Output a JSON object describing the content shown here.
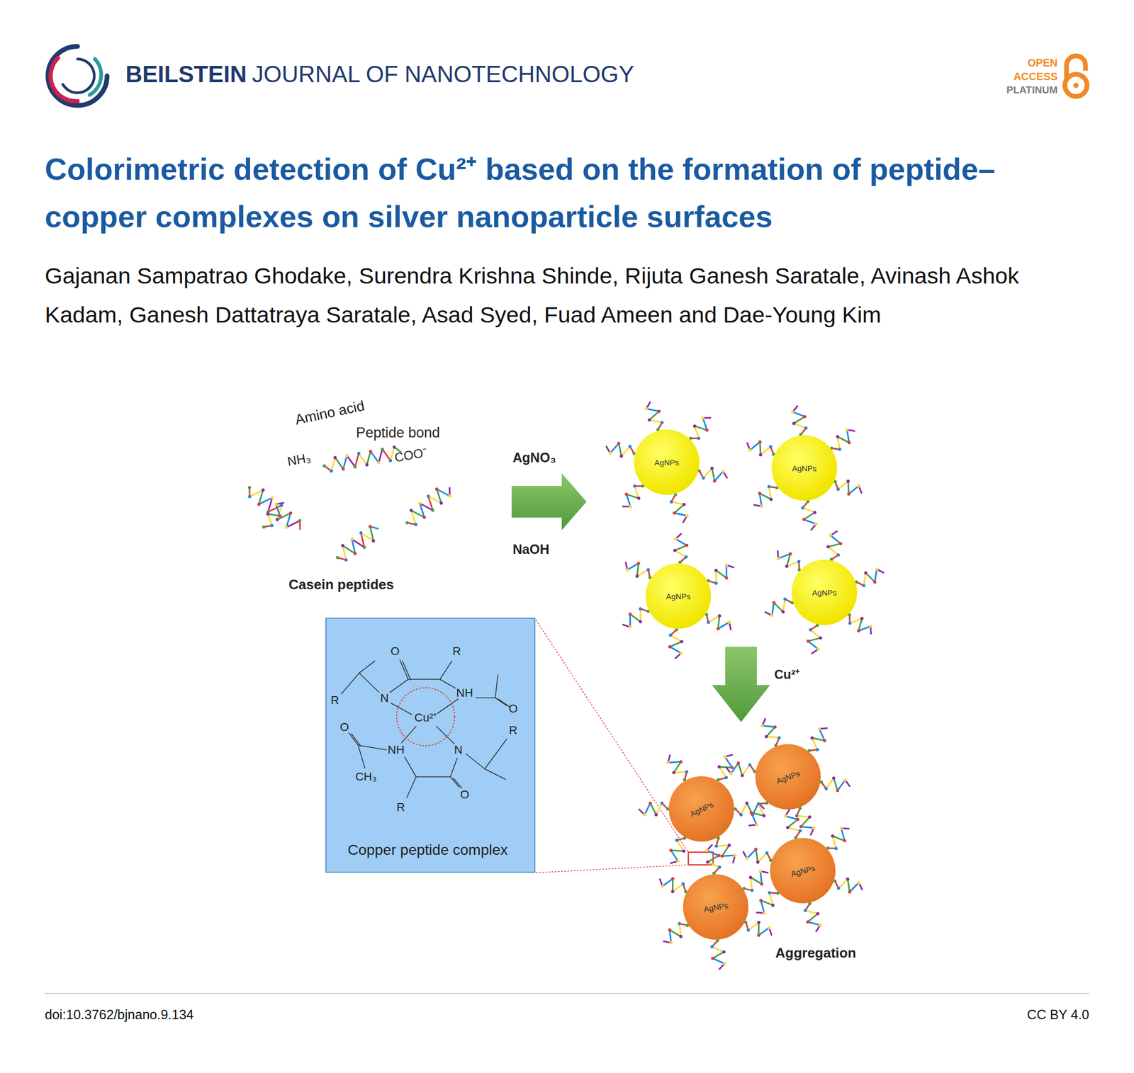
{
  "diagram": {
    "title": "Colorimetric detection of Cu²⁺ based on the formation of peptide–copper complexes on silver nanoparticle surfaces",
    "nodes": [
      {
        "text": [
          "AgNPs"
        ]
      },
      {
        "text": [
          "AgNPs"
        ]
      },
      {
        "text": [
          "AgNPs"
        ]
      },
      {
        "text": [
          "AgNPs"
        ]
      },
      {
        "text": [
          "Copper peptide complex",
          "O",
          "R",
          "R",
          "N",
          "NH",
          "O",
          "Cu²⁺",
          "O",
          "R",
          "NH",
          "N",
          "CH₃",
          "O",
          "R"
        ]
      },
      {
        "text": [
          "AgNPs"
        ]
      },
      {
        "text": [
          "AgNPs"
        ]
      },
      {
        "text": [
          "AgNPs"
        ]
      },
      {
        "text": [
          "AgNPs"
        ]
      }
    ],
    "labels": [
      "BEILSTEIN",
      "JOURNAL OF NANOTECHNOLOGY",
      "OPEN",
      "ACCESS",
      "PLATINUM",
      "Gajanan Sampatrao Ghodake, Surendra Krishna Shinde, Rijuta Ganesh Saratale, Avinash Ashok Kadam, Ganesh Dattatraya Saratale, Asad Syed, Fuad Ameen and Dae-Young Kim",
      "Amino acid",
      "Peptide bond",
      "NH₃",
      "COO⁻",
      "Casein peptides",
      "AgNO₃",
      "NaOH",
      "Cu²⁺",
      "Aggregation",
      "doi:10.3762/bjnano.9.134",
      "CC BY 4.0"
    ]
  }
}
